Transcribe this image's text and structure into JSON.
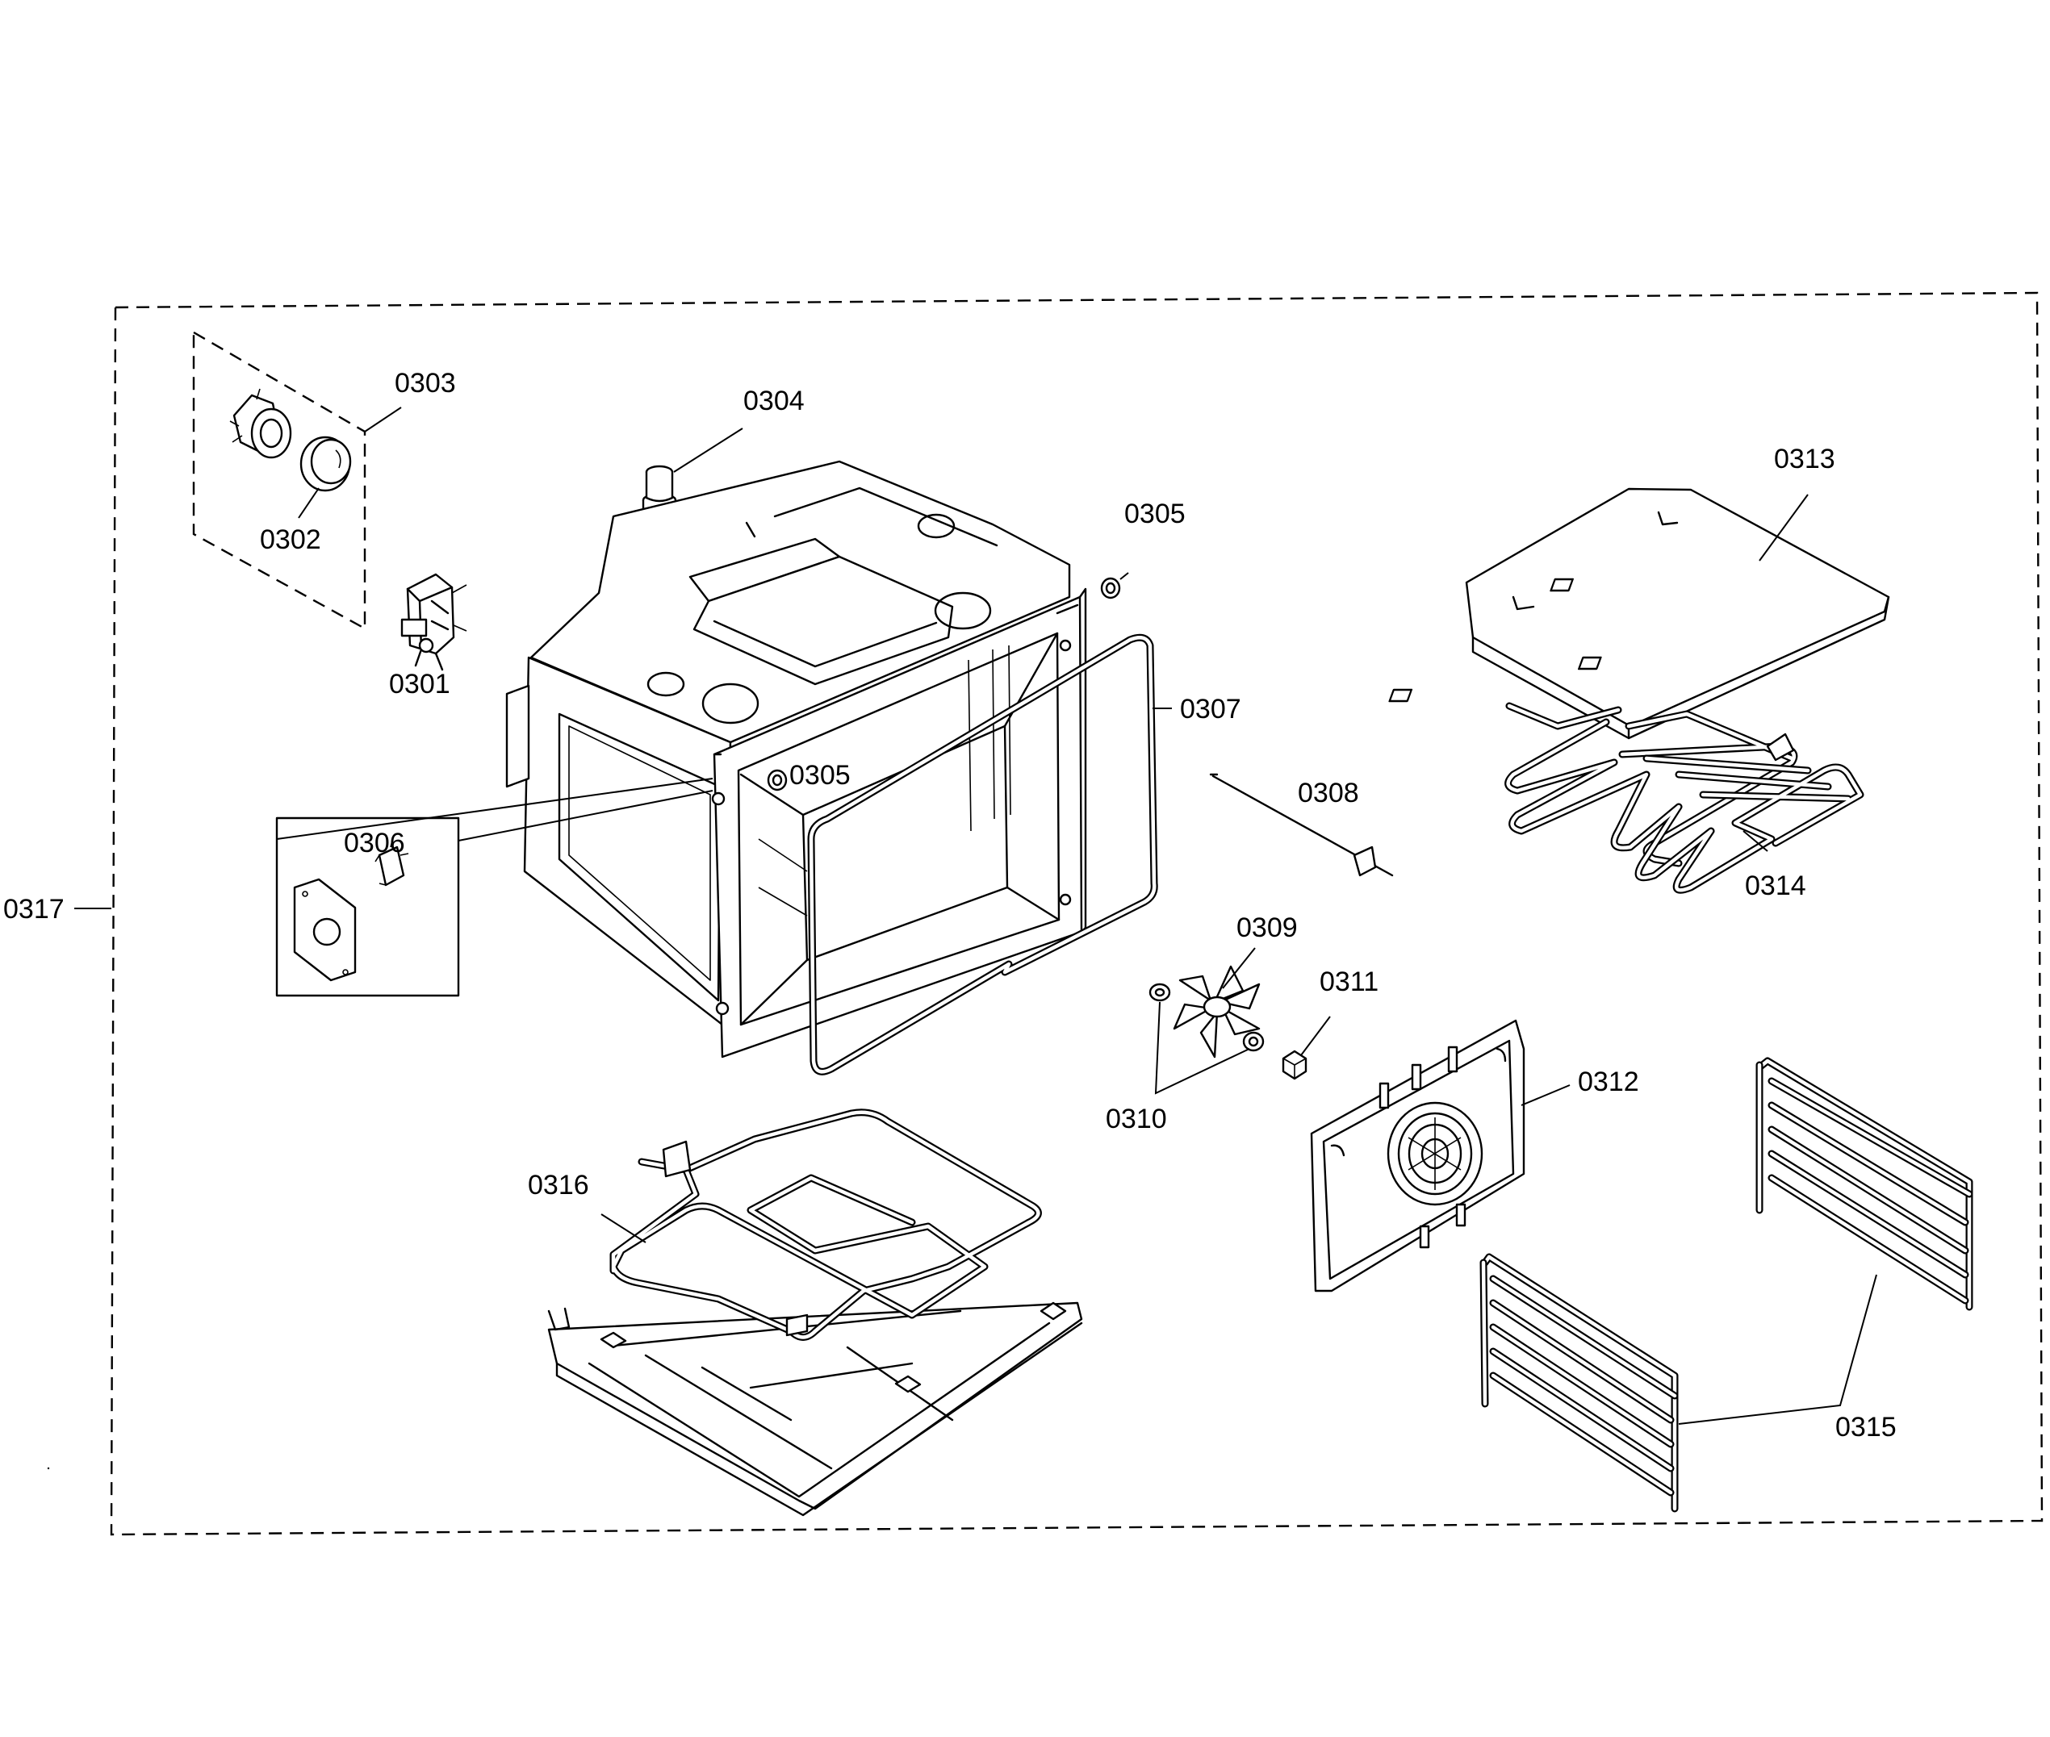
{
  "parts": {
    "p0301": "0301",
    "p0302": "0302",
    "p0303": "0303",
    "p0304": "0304",
    "p0305a": "0305",
    "p0305b": "0305",
    "p0306": "0306",
    "p0307": "0307",
    "p0308": "0308",
    "p0309": "0309",
    "p0310": "0310",
    "p0311": "0311",
    "p0312": "0312",
    "p0313": "0313",
    "p0314": "0314",
    "p0315": "0315",
    "p0316": "0316",
    "p0317": "0317"
  },
  "icons": {
    "lamp_holder": "lamp-holder-icon",
    "lamp_lens": "lamp-lens-icon",
    "fan_motor": "fan-motor-icon",
    "fan_blade": "fan-blade-icon",
    "oven_cavity": "oven-cavity-icon"
  },
  "colors": {
    "line": "#000000",
    "background": "#ffffff"
  }
}
